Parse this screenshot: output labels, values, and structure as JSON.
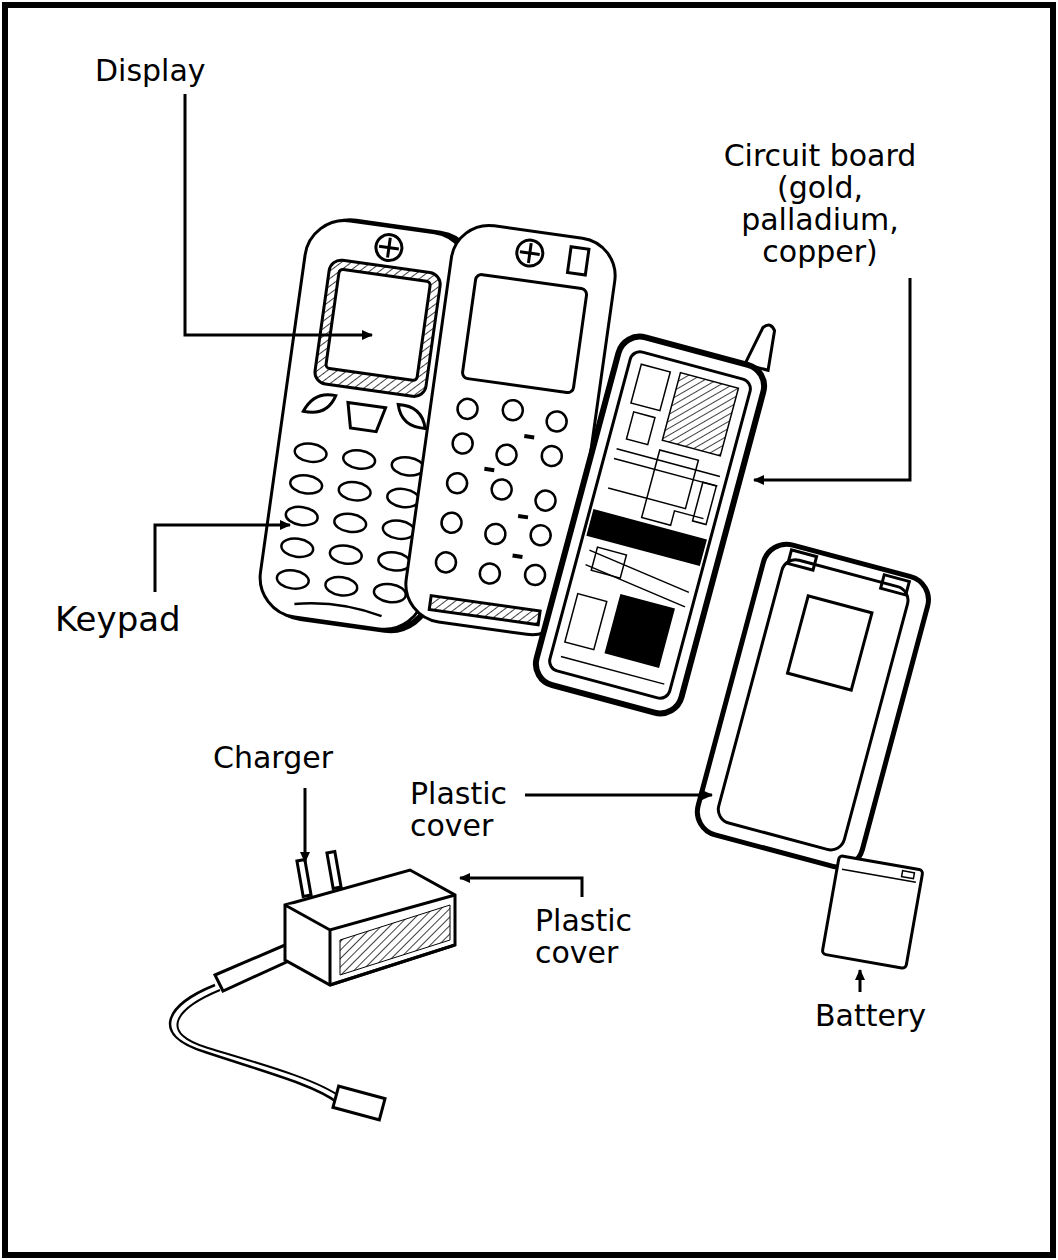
{
  "diagram": {
    "labels": [
      "Display",
      "Circuit board (gold, palladium, copper)",
      "Keypad",
      "Charger",
      "Plastic cover",
      "Plastic cover",
      "Battery"
    ]
  }
}
